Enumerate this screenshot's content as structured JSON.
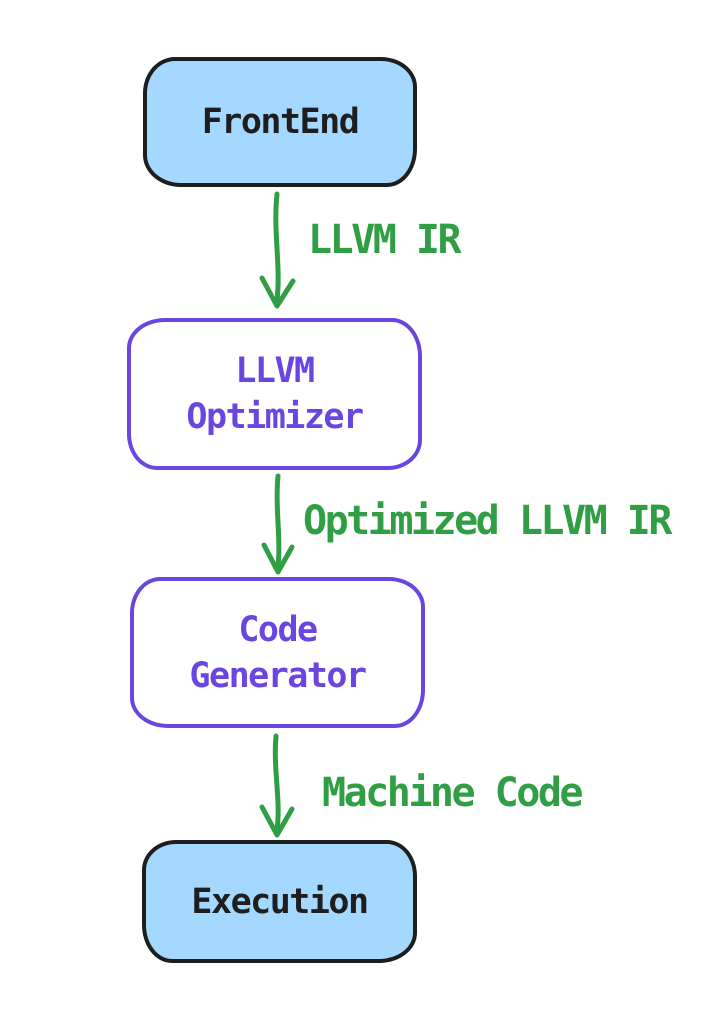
{
  "colors": {
    "background": "#ffffff",
    "black_stroke": "#1e1e1e",
    "blue_fill": "#a5d8ff",
    "white_fill": "#ffffff",
    "violet": "#6b45e0",
    "green": "#2f9e44"
  },
  "nodes": [
    {
      "id": "frontend",
      "lines": [
        "FrontEnd"
      ],
      "fill": "#a5d8ff",
      "stroke": "#1e1e1e",
      "text_color": "#1e1e1e"
    },
    {
      "id": "llvm-optimizer",
      "lines": [
        "LLVM",
        "Optimizer"
      ],
      "fill": "#ffffff",
      "stroke": "#6b45e0",
      "text_color": "#6b45e0"
    },
    {
      "id": "code-generator",
      "lines": [
        "Code",
        "Generator"
      ],
      "fill": "#ffffff",
      "stroke": "#6b45e0",
      "text_color": "#6b45e0"
    },
    {
      "id": "execution",
      "lines": [
        "Execution"
      ],
      "fill": "#a5d8ff",
      "stroke": "#1e1e1e",
      "text_color": "#1e1e1e"
    }
  ],
  "edges": [
    {
      "from": "frontend",
      "to": "llvm-optimizer",
      "label": "LLVM IR",
      "color": "#2f9e44"
    },
    {
      "from": "llvm-optimizer",
      "to": "code-generator",
      "label": "Optimized LLVM IR",
      "color": "#2f9e44"
    },
    {
      "from": "code-generator",
      "to": "execution",
      "label": "Machine Code",
      "color": "#2f9e44"
    }
  ]
}
